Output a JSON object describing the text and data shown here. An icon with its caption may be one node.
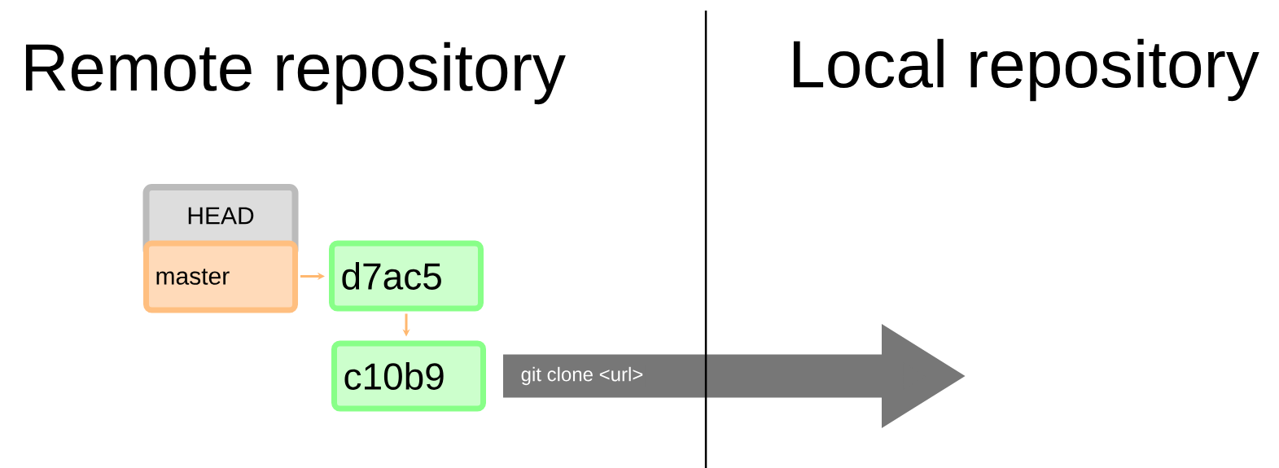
{
  "diagram": {
    "nodes": [
      {
        "text": [
          "HEAD"
        ]
      },
      {
        "text": [
          "master"
        ]
      },
      {
        "text": [
          "d7ac5"
        ]
      },
      {
        "text": [
          "c10b9"
        ]
      }
    ],
    "edges": [
      {
        "from": 1,
        "to": 2,
        "arrow": "to",
        "color": "#ffb870"
      },
      {
        "from": 2,
        "to": 3,
        "arrow": "to",
        "color": "#ffb870"
      },
      {
        "from": 3,
        "to": null,
        "arrow": "to",
        "label": "git clone <url>",
        "style": "thick",
        "color": "#777777"
      }
    ],
    "labels": [
      "Remote repository",
      "Local repository"
    ]
  }
}
